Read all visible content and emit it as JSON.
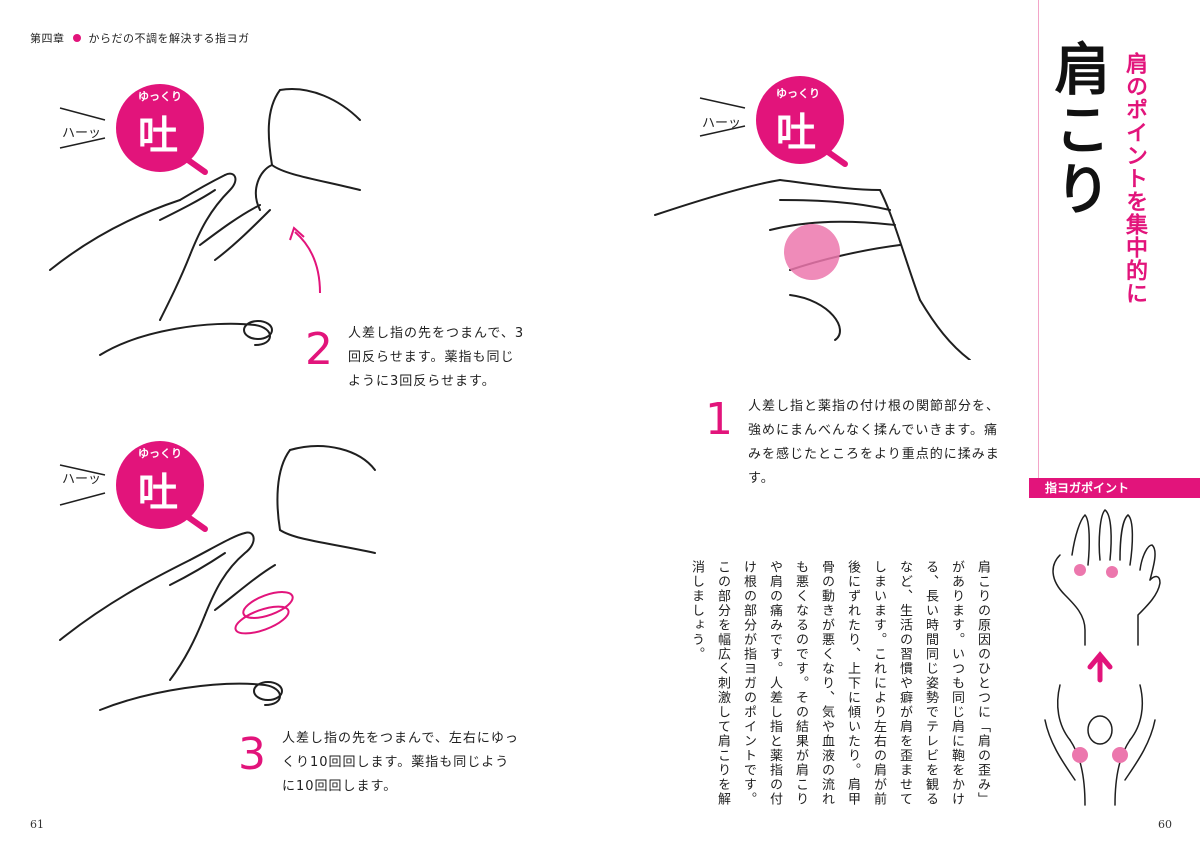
{
  "header": {
    "chapter": "第四章",
    "subtitle": "からだの不調を解決する指ヨガ"
  },
  "title": {
    "main": "肩こり",
    "sub": "肩のポイントを集中的に"
  },
  "badge": {
    "small": "ゆっくり",
    "big": "吐"
  },
  "breath_label": "ハーッ",
  "steps": [
    {
      "num": "1",
      "text": "人差し指と薬指の付け根の関節部分を、強めにまんべんなく揉んでいきます。痛みを感じたところをより重点的に揉みます。"
    },
    {
      "num": "2",
      "text": "人差し指の先をつまんで、3回反らせます。薬指も同じように3回反らせます。"
    },
    {
      "num": "3",
      "text": "人差し指の先をつまんで、左右にゆっくり10回回します。薬指も同じように10回回します。"
    }
  ],
  "body_text": "肩こりの原因のひとつに「肩の歪み」があります。いつも同じ肩に鞄をかける、長い時間同じ姿勢でテレビを観るなど、生活の習慣や癖が肩を歪ませてしまいます。これにより左右の肩が前後にずれたり、上下に傾いたり。肩甲骨の動きが悪くなり、気や血液の流れも悪くなるのです。その結果が肩こりや肩の痛みです。人差し指と薬指の付け根の部分が指ヨガのポイントです。この部分を幅広く刺激して肩こりを解消しましょう。",
  "point_banner": "指ヨガポイント",
  "page_numbers": {
    "left": "61",
    "right": "60"
  },
  "colors": {
    "accent": "#e2147b",
    "pink_light": "#f3a5c8"
  }
}
